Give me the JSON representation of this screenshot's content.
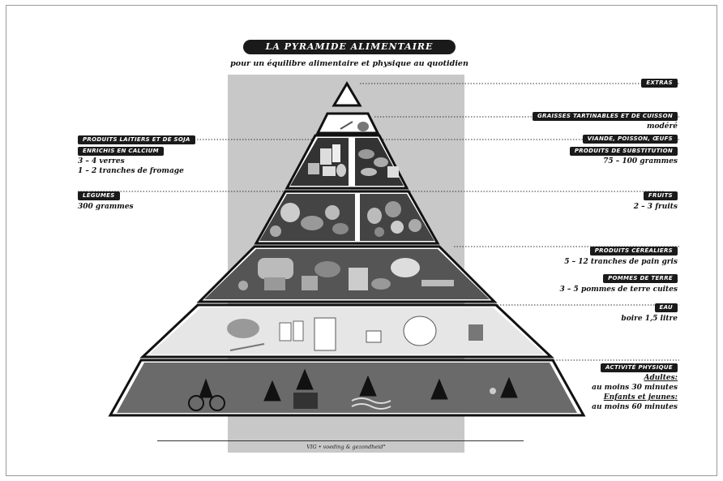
{
  "title": "LA PYRAMIDE ALIMENTAIRE ACTIVE",
  "subtitle": "pour un équilibre alimentaire et physique au quotidien",
  "footer": "VIG • voeding & gezondheid°",
  "right": {
    "extras": "EXTRAS",
    "graisses": "GRAISSES TARTINABLES ET DE CUISSON",
    "graisses_qty": "modéré",
    "viande": "VIANDE, POISSON, ŒUFS",
    "substitution": "PRODUITS DE SUBSTITUTION",
    "viande_qty": "75 – 100 grammes",
    "fruits": "FRUITS",
    "fruits_qty": "2 – 3 fruits",
    "cereales": "PRODUITS CÉRÉALIERS",
    "cereales_qty": "5 – 12 tranches de pain gris",
    "pommes": "POMMES DE TERRE",
    "pommes_qty": "3 – 5 pommes de terre cuites",
    "eau": "EAU",
    "eau_qty": "boire 1,5 litre",
    "activite": "ACTIVITÉ PHYSIQUE",
    "adultes": "Adultes:",
    "adultes_qty": "au moins 30 minutes",
    "enfants": "Enfants et jeunes:",
    "enfants_qty": "au moins 60 minutes"
  },
  "left": {
    "laitiers": "PRODUITS LAITIERS ET DE SOJA",
    "calcium": "ENRICHIS EN CALCIUM",
    "laitiers_qty1": "3 – 4 verres",
    "laitiers_qty2": "1 – 2 tranches de fromage",
    "legumes": "LÉGUMES",
    "legumes_qty": "300 grammes"
  }
}
